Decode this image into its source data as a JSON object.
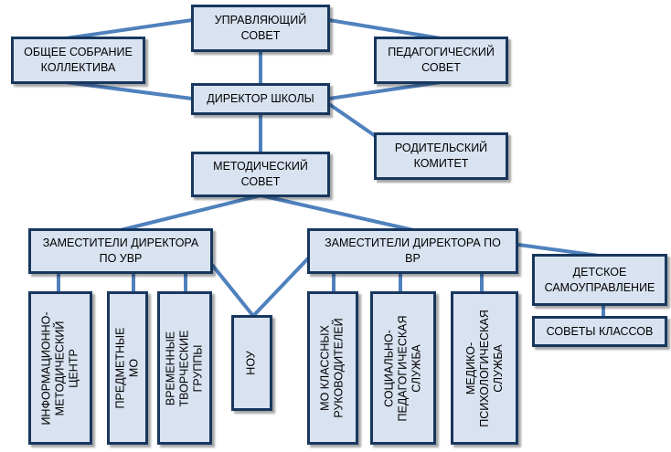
{
  "colors": {
    "box_fill": "#d9e2f0",
    "box_border": "#17375e",
    "connector": "#4f81bd"
  },
  "nodes": {
    "governing_council": "УПРАВЛЯЮЩИЙ\nСОВЕТ",
    "general_meeting": "ОБЩЕЕ СОБРАНИЕ\nКОЛЛЕКТИВА",
    "pedagogical_council": "ПЕДАГОГИЧЕСКИЙ\nСОВЕТ",
    "school_director": "ДИРЕКТОР ШКОЛЫ",
    "parent_committee": "РОДИТЕЛЬСКИЙ\nКОМИТЕТ",
    "methodical_council": "МЕТОДИЧЕСКИЙ\nСОВЕТ",
    "deputy_uvr": "ЗАМЕСТИТЕЛИ ДИРЕКТОРА\nПО УВР",
    "deputy_vr": "ЗАМЕСТИТЕЛИ ДИРЕКТОРА ПО\nВР",
    "student_self_gov": "ДЕТСКОЕ\nСАМОУПРАВЛЕНИЕ",
    "class_councils": "СОВЕТЫ КЛАССОВ",
    "info_method_center": "ИНФОРМАЦИОННО-\nМЕТОДИЧЕСКИЙ\nЦЕНТР",
    "subject_mo": "ПРЕДМЕТНЫЕ МО",
    "temp_creative_groups": "ВРЕМЕННЫЕ\nТВОРЧЕСКИЕ ГРУППЫ",
    "nou": "НОУ",
    "mo_class_teachers": "МО КЛАССНЫХ\nРУКОВОДИТЕЛЕЙ",
    "social_ped_service": "СОЦИАЛЬНО-\nПЕДАГОГИЧЕСКАЯ\nСЛУЖБА",
    "med_psych_service": "МЕДИКО-\nПСИХОЛОГИЧЕСКАЯ\nСЛУЖБА"
  }
}
